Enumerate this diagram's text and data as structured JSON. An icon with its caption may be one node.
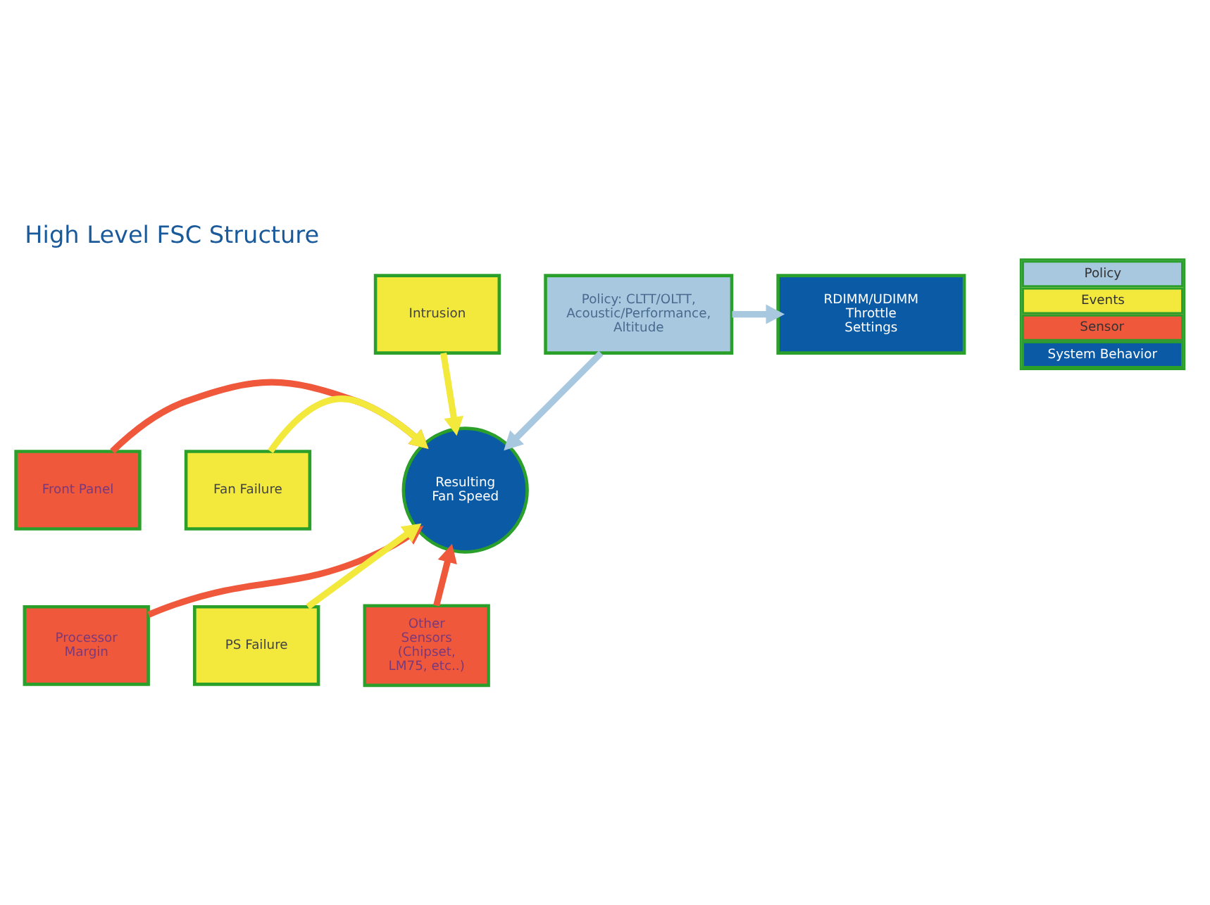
{
  "diagram": {
    "title": "High Level FSC Structure",
    "nodes": [
      {
        "text": [
          "Policy: CLTT/OLTT, Acoustic/Performance, Altitude"
        ]
      },
      {
        "text": [
          "RDIMM/UDIMM Throttle Settings"
        ]
      },
      {
        "text": [
          "Intrusion"
        ]
      },
      {
        "text": [
          "Front Panel"
        ]
      },
      {
        "text": [
          "Resulting Fan Speed"
        ]
      },
      {
        "text": [
          "Fan Failure"
        ]
      },
      {
        "text": [
          "Processor Margin"
        ]
      },
      {
        "text": [
          "PS Failure"
        ]
      },
      {
        "text": [
          "Other Sensors (Chipset, LM75, etc..)"
        ]
      }
    ],
    "edges": [
      {
        "from": 0,
        "to": 1,
        "arrow": "to",
        "color": "#a8c8e0"
      },
      {
        "from": 0,
        "to": 4,
        "arrow": "to",
        "color": "#a8c8e0"
      },
      {
        "from": 2,
        "to": 4,
        "arrow": "to",
        "color": "#f2e93c"
      },
      {
        "from": 3,
        "to": 4,
        "arrow": "to",
        "color": "#f0583c"
      },
      {
        "from": 5,
        "to": 4,
        "arrow": "to",
        "color": "#f2e93c"
      },
      {
        "from": 6,
        "to": 4,
        "arrow": "to",
        "color": "#f0583c"
      },
      {
        "from": 7,
        "to": 4,
        "arrow": "to",
        "color": "#f2e93c"
      },
      {
        "from": 8,
        "to": 4,
        "arrow": "to",
        "color": "#f0583c"
      }
    ],
    "legend": [
      {
        "text": "Policy",
        "color": "#a8c8e0"
      },
      {
        "text": "Events",
        "color": "#f2e93c"
      },
      {
        "text": "Sensor",
        "color": "#f0583c"
      },
      {
        "text": "System Behavior",
        "color": "#0b5aa5"
      }
    ]
  }
}
